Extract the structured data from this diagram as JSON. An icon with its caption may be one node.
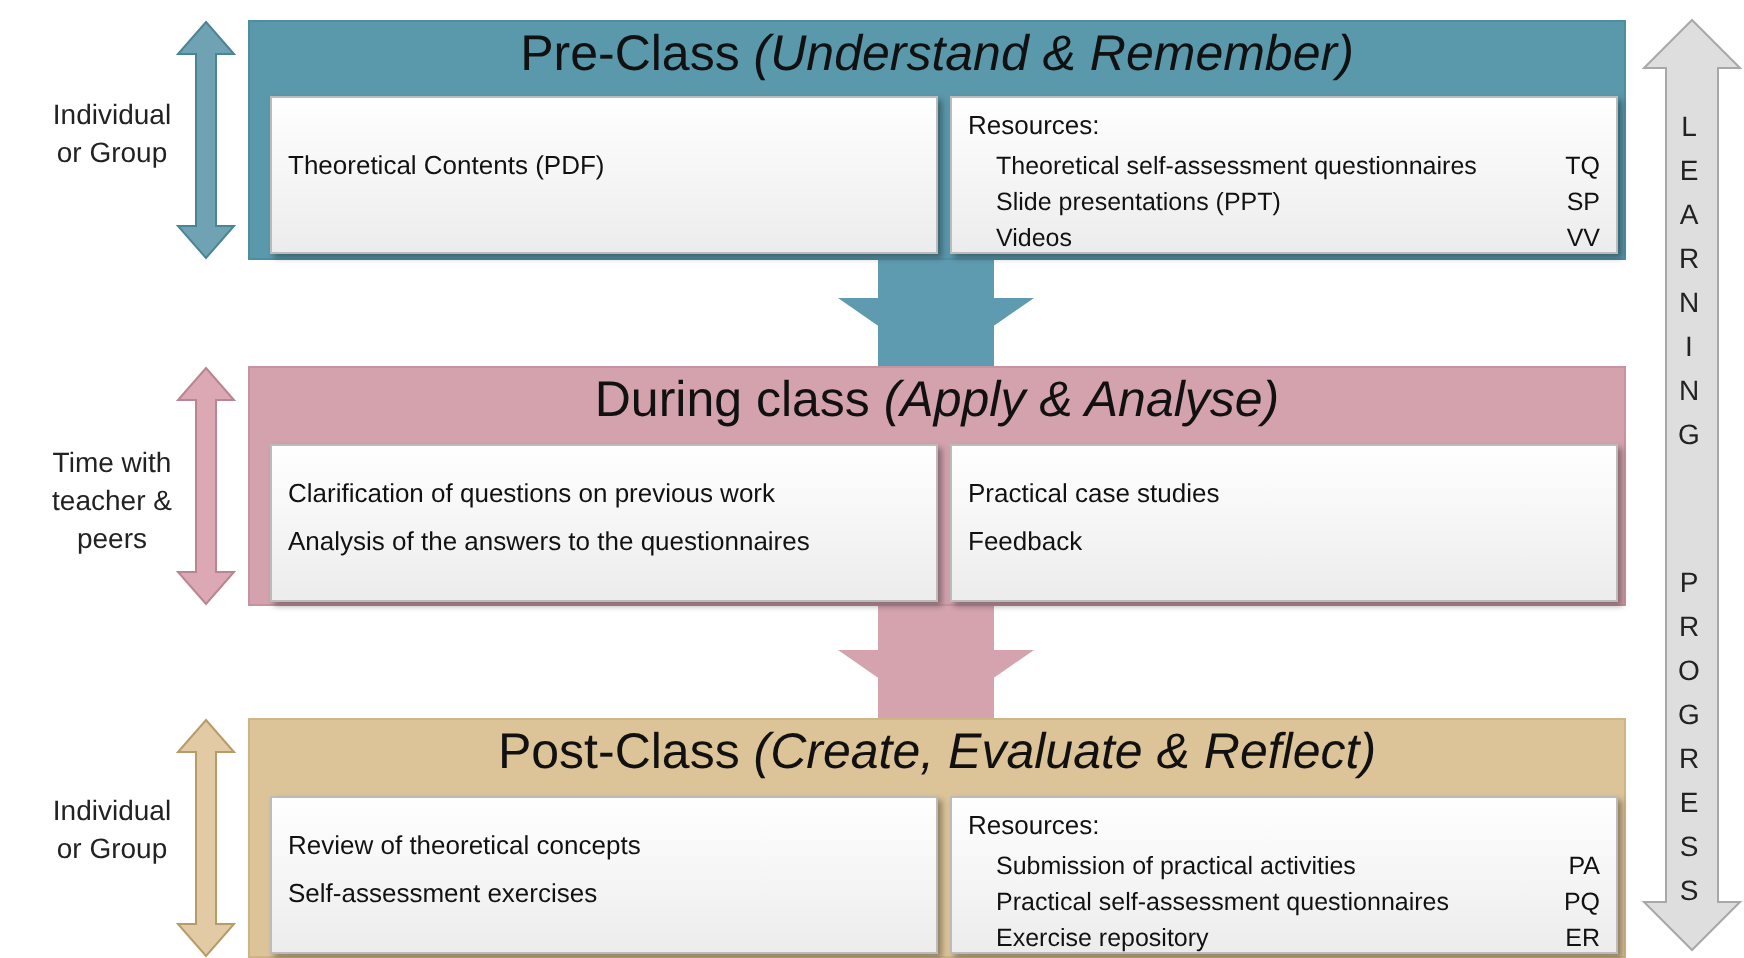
{
  "diagram": {
    "nodes": [
      {
        "text": [
          "Pre-Class *(Understand & Remember)*"
        ]
      },
      {
        "text": [
          "Theoretical Contents (PDF)"
        ],
        "in": 0
      },
      {
        "text": [
          "Resources:",
          "Theoretical self-assessment questionnaires",
          "TQ",
          "Slide presentations (PPT)",
          "SP",
          "Videos",
          "VV"
        ],
        "in": 0
      },
      {
        "text": [
          "During class *(Apply & Analyse)*"
        ]
      },
      {
        "text": [
          "Clarification of questions on previous work",
          "Analysis of the answers to the questionnaires"
        ],
        "in": 3
      },
      {
        "text": [
          "Practical case studies",
          "Feedback"
        ],
        "in": 3
      },
      {
        "text": [
          "Post-Class *(Create, Evaluate & Reflect)*"
        ]
      },
      {
        "text": [
          "Review of theoretical concepts",
          "Self-assessment exercises"
        ],
        "in": 6
      },
      {
        "text": [
          "Resources:",
          "Submission of practical activities",
          "PA",
          "Practical self-assessment questionnaires",
          "PQ",
          "Exercise repository",
          "ER"
        ],
        "in": 6
      }
    ],
    "edges": [
      {
        "from": 0,
        "to": 3,
        "arrow": "to",
        "color": "#5e9bb0"
      },
      {
        "from": 3,
        "to": 6,
        "arrow": "to",
        "color": "#d4a3ae"
      }
    ],
    "labels": [
      "Individual or Group",
      "LEARNING",
      "Time with teacher & peers",
      "PROGRESS",
      "Individual or Group"
    ]
  }
}
